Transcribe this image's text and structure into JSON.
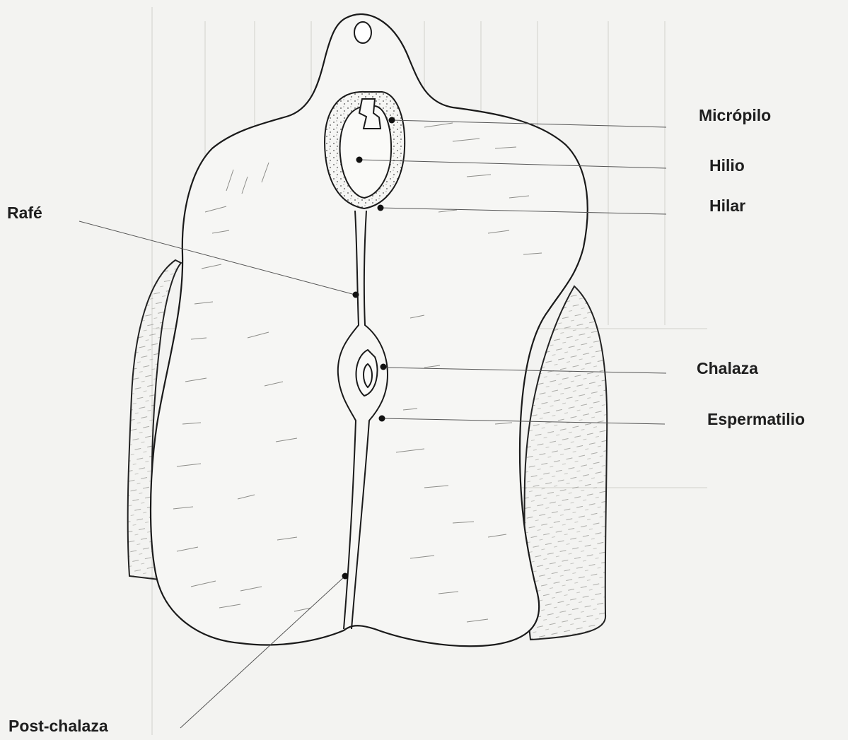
{
  "labels": {
    "micropilo": "Micrópilo",
    "hilio": "Hilio",
    "hilar": "Hilar",
    "rafe": "Rafé",
    "chalaza": "Chalaza",
    "espermatilio": "Espermatilio",
    "post_chalaza": "Post-chalaza"
  }
}
